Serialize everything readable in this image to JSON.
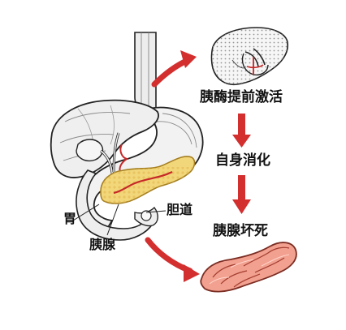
{
  "labels": {
    "stomach": "胃",
    "pancreas": "胰腺",
    "bile_duct": "胆道",
    "enzyme_activation": "胰酶提前激活",
    "self_digestion": "自身消化",
    "pancreatic_necrosis": "胰腺坏死"
  },
  "colors": {
    "arrow_red": "#d32f2f",
    "pancreas_yellow": "#f2d77a",
    "necrosis_pink": "#f2a08f",
    "outline": "#222222",
    "organ_fill": "#f0f0f0"
  },
  "icons": [
    "arrow-right-icon",
    "arrow-down-icon",
    "liver-detail-illustration",
    "necrotic-pancreas-illustration"
  ]
}
